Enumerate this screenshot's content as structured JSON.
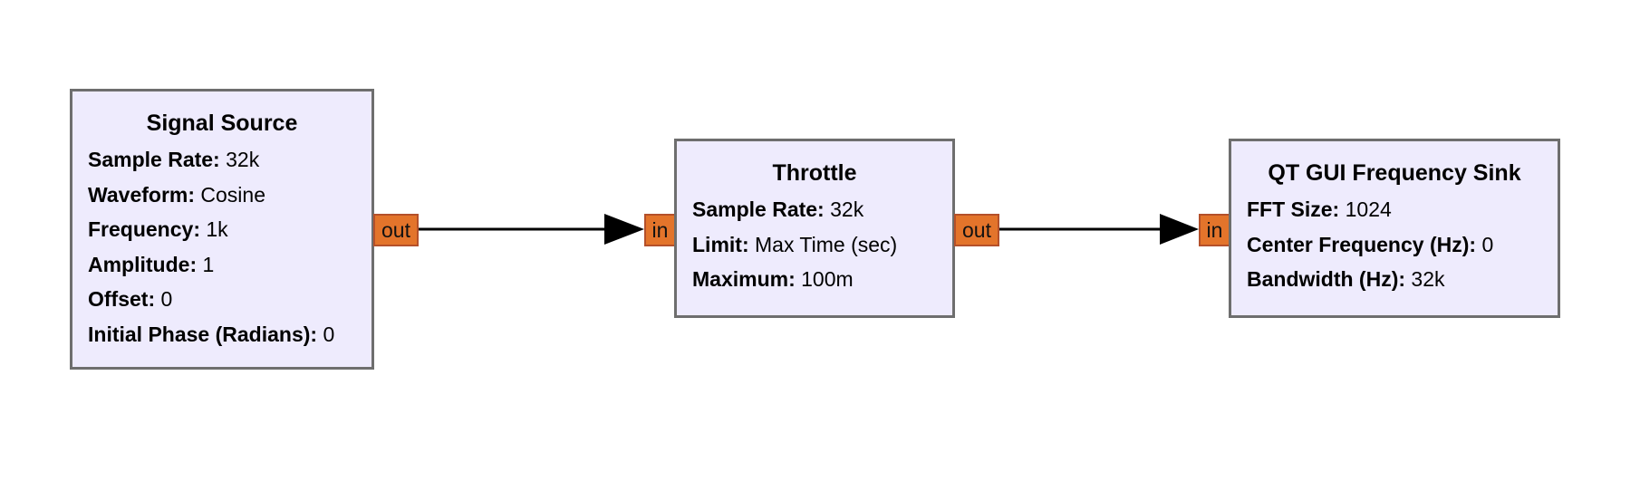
{
  "blocks": {
    "signal_source": {
      "title": "Signal Source",
      "params": [
        {
          "k": "Sample Rate:",
          "v": "32k"
        },
        {
          "k": "Waveform:",
          "v": "Cosine"
        },
        {
          "k": "Frequency:",
          "v": "1k"
        },
        {
          "k": "Amplitude:",
          "v": "1"
        },
        {
          "k": "Offset:",
          "v": "0"
        },
        {
          "k": "Initial Phase (Radians):",
          "v": "0"
        }
      ],
      "out_port": "out"
    },
    "throttle": {
      "title": "Throttle",
      "params": [
        {
          "k": "Sample Rate:",
          "v": "32k"
        },
        {
          "k": "Limit:",
          "v": "Max Time (sec)"
        },
        {
          "k": "Maximum:",
          "v": "100m"
        }
      ],
      "in_port": "in",
      "out_port": "out"
    },
    "freq_sink": {
      "title": "QT GUI Frequency Sink",
      "params": [
        {
          "k": "FFT Size:",
          "v": "1024"
        },
        {
          "k": "Center Frequency (Hz):",
          "v": "0"
        },
        {
          "k": "Bandwidth (Hz):",
          "v": "32k"
        }
      ],
      "in_port": "in"
    }
  },
  "colors": {
    "block_fill": "#eeebfd",
    "block_border": "#6e6e6e",
    "port_fill": "#e3742b",
    "port_border": "#b4502a",
    "wire": "#000000"
  }
}
